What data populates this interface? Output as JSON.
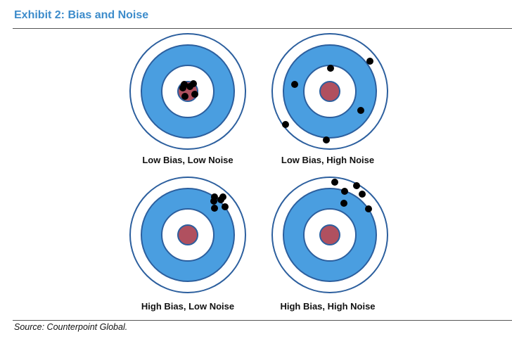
{
  "title": "Exhibit 2: Bias and Noise",
  "source": "Source: Counterpoint Global.",
  "targets": [
    {
      "label": "Low Bias, Low Noise"
    },
    {
      "label": "Low Bias, High Noise"
    },
    {
      "label": "High Bias, Low Noise"
    },
    {
      "label": "High Bias, High Noise"
    }
  ],
  "colors": {
    "title": "#3d8ccb",
    "ring_blue": "#4a9ee0",
    "ring_stroke": "#2c5f9e",
    "bullseye": "#b0505f",
    "shot": "#000000"
  }
}
